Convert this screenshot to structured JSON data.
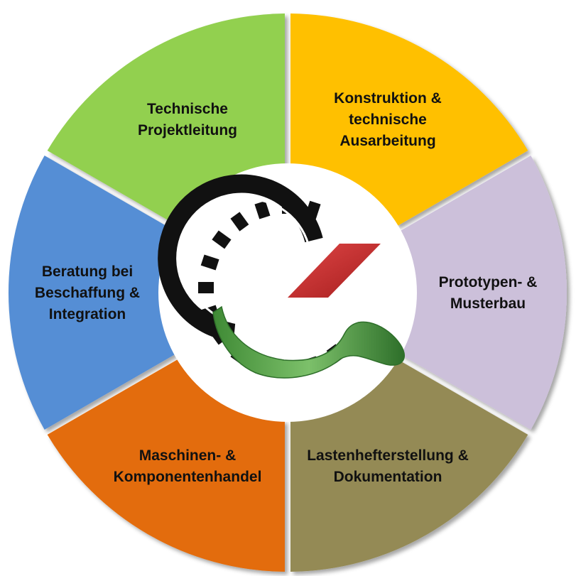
{
  "segments": [
    {
      "lines": [
        "Technische",
        "Projektleitung"
      ],
      "color": "#92D050"
    },
    {
      "lines": [
        "Konstruktion &",
        "technische",
        "Ausarbeitung"
      ],
      "color": "#FFC000"
    },
    {
      "lines": [
        "Prototypen- &",
        "Musterbau"
      ],
      "color": "#CCC0DA"
    },
    {
      "lines": [
        "Lastenhefterstellung &",
        "Dokumentation"
      ],
      "color": "#948A54"
    },
    {
      "lines": [
        "Maschinen- &",
        "Komponentenhandel"
      ],
      "color": "#E36C09"
    },
    {
      "lines": [
        "Beratung bei",
        "Beschaffung &",
        "Integration"
      ],
      "color": "#558ED5"
    }
  ],
  "logo": {
    "gear_color": "#111111",
    "stroke_color": "#1a7a35",
    "red_color": "#C0392B",
    "green_color": "#4E9A41"
  }
}
